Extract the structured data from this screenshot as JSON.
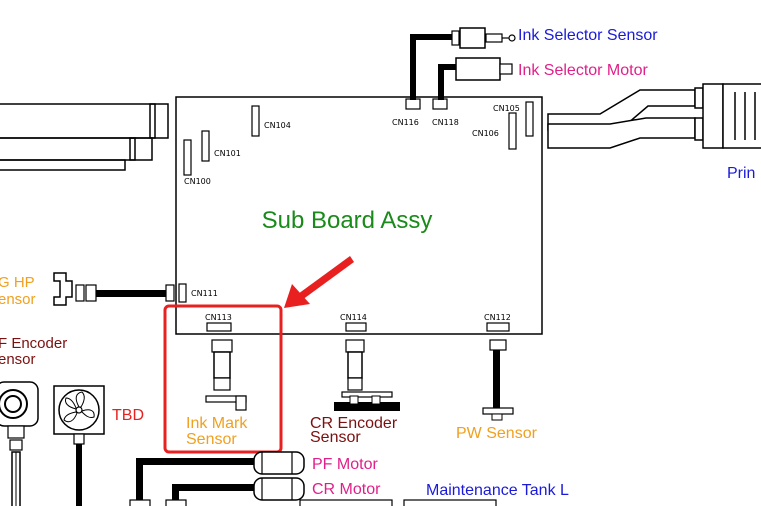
{
  "board": {
    "title": "Sub Board Assy",
    "title_color": "#1a8a1a"
  },
  "connectors": {
    "cn104": "CN104",
    "cn101": "CN101",
    "cn100": "CN100",
    "cn116": "CN116",
    "cn118": "CN118",
    "cn105": "CN105",
    "cn106": "CN106",
    "cn111": "CN111",
    "cn113": "CN113",
    "cn114": "CN114",
    "cn112": "CN112"
  },
  "labels": {
    "ink_selector_sensor": "Ink Selector Sensor",
    "ink_selector_motor": "Ink Selector Motor",
    "printhead_partial": "Prin",
    "cr_hp_line1": "G HP",
    "cr_hp_line2": "ensor",
    "pf_encoder_line1": "F Encoder",
    "pf_encoder_line2": "ensor",
    "tbd": "TBD",
    "ink_mark_line1": "Ink Mark",
    "ink_mark_line2": "Sensor",
    "cr_encoder_line1": "CR Encoder",
    "cr_encoder_line2": "Sensor",
    "pw_sensor": "PW Sensor",
    "pf_motor": "PF Motor",
    "cr_motor": "CR Motor",
    "maintenance_tank": "Maintenance Tank L"
  },
  "colors": {
    "sensor": "#f0a020",
    "motor": "#e0208a",
    "encoder": "#7a1010",
    "blue": "#1a1ad8",
    "highlight": "#e82020"
  }
}
